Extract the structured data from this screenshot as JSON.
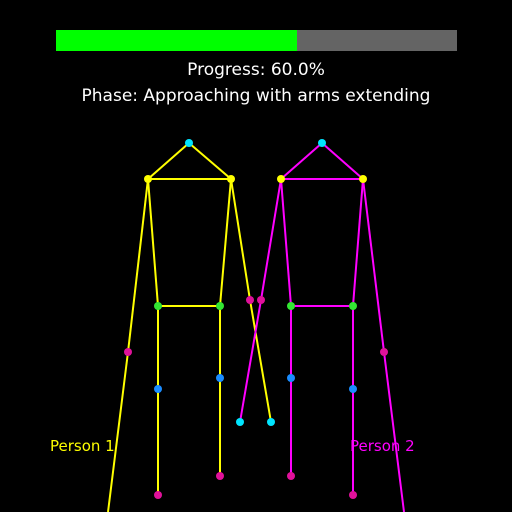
{
  "progress": {
    "fraction": 0.6,
    "text": "Progress: 60.0%",
    "fill_color": "#00ff00",
    "track_color": "#646464"
  },
  "phase": {
    "text": "Phase: Approaching with arms extending"
  },
  "persons": [
    {
      "label": "Person 1",
      "color": "#ffff00"
    },
    {
      "label": "Person 2",
      "color": "#ff00ff"
    }
  ],
  "joint_colors": {
    "head": "#00e5ff",
    "shoulder": "#ffff00",
    "elbow": "#e0119a",
    "hand": "#00e5ff",
    "hip": "#33e633",
    "knee": "#1a8cff",
    "foot": "#e0119a"
  }
}
